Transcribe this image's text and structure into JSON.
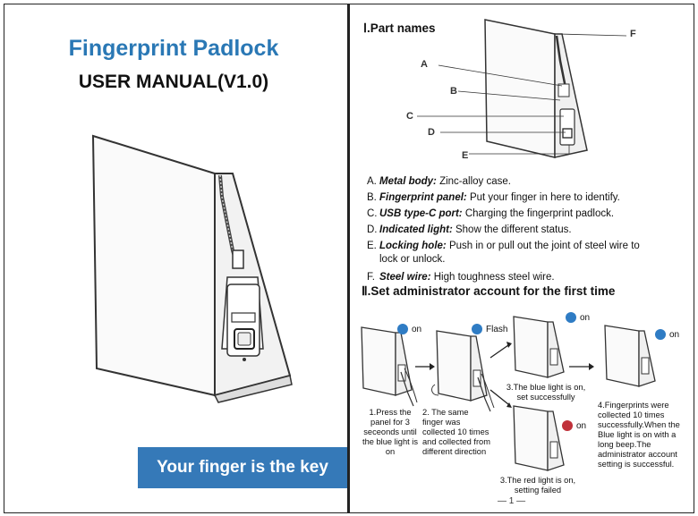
{
  "left": {
    "title": "Fingerprint Padlock",
    "subtitle": "USER MANUAL(V1.0)",
    "banner": "Your finger is the key"
  },
  "section1": {
    "heading": "Ⅰ.Part names",
    "callouts": [
      "A",
      "B",
      "C",
      "D",
      "E",
      "F"
    ],
    "parts": [
      {
        "letter": "A.",
        "term": "Metal body:",
        "desc": " Zinc-alloy case."
      },
      {
        "letter": "B.",
        "term": "Fingerprint panel:",
        "desc": " Put your finger in here to identify."
      },
      {
        "letter": "C.",
        "term": "USB type-C port:",
        "desc": " Charging the fingerprint padlock."
      },
      {
        "letter": "D.",
        "term": "Indicated light:",
        "desc": " Show the different status."
      },
      {
        "letter": "E.",
        "term": "Locking hole:",
        "desc": " Push in or pull out the joint of steel wire to lock or unlock."
      },
      {
        "letter": "F.",
        "term": "Steel wire:",
        "desc": " High toughness steel wire."
      }
    ]
  },
  "section2": {
    "heading": "Ⅱ.Set administrator account for the first time",
    "lights": {
      "on1": "on",
      "flash": "Flash",
      "on2": "on",
      "on3": "on",
      "on_red": "on"
    },
    "colors": {
      "blue": "#2f7cc4",
      "red": "#c0313a"
    },
    "steps": {
      "step1": "1.Press the panel for 3 seceonds until the blue light is on",
      "step2": "2. The same finger was collected 10 times and collected from different direction",
      "step3a": "3.The blue light is on, set successfully",
      "step3b": "3.The red light is on, setting failed",
      "step4": "4.Fingerprints were collected 10 times successfully.When the Blue light is on with a long beep.The administrator account setting is successful."
    }
  },
  "page_number": "— 1 —"
}
